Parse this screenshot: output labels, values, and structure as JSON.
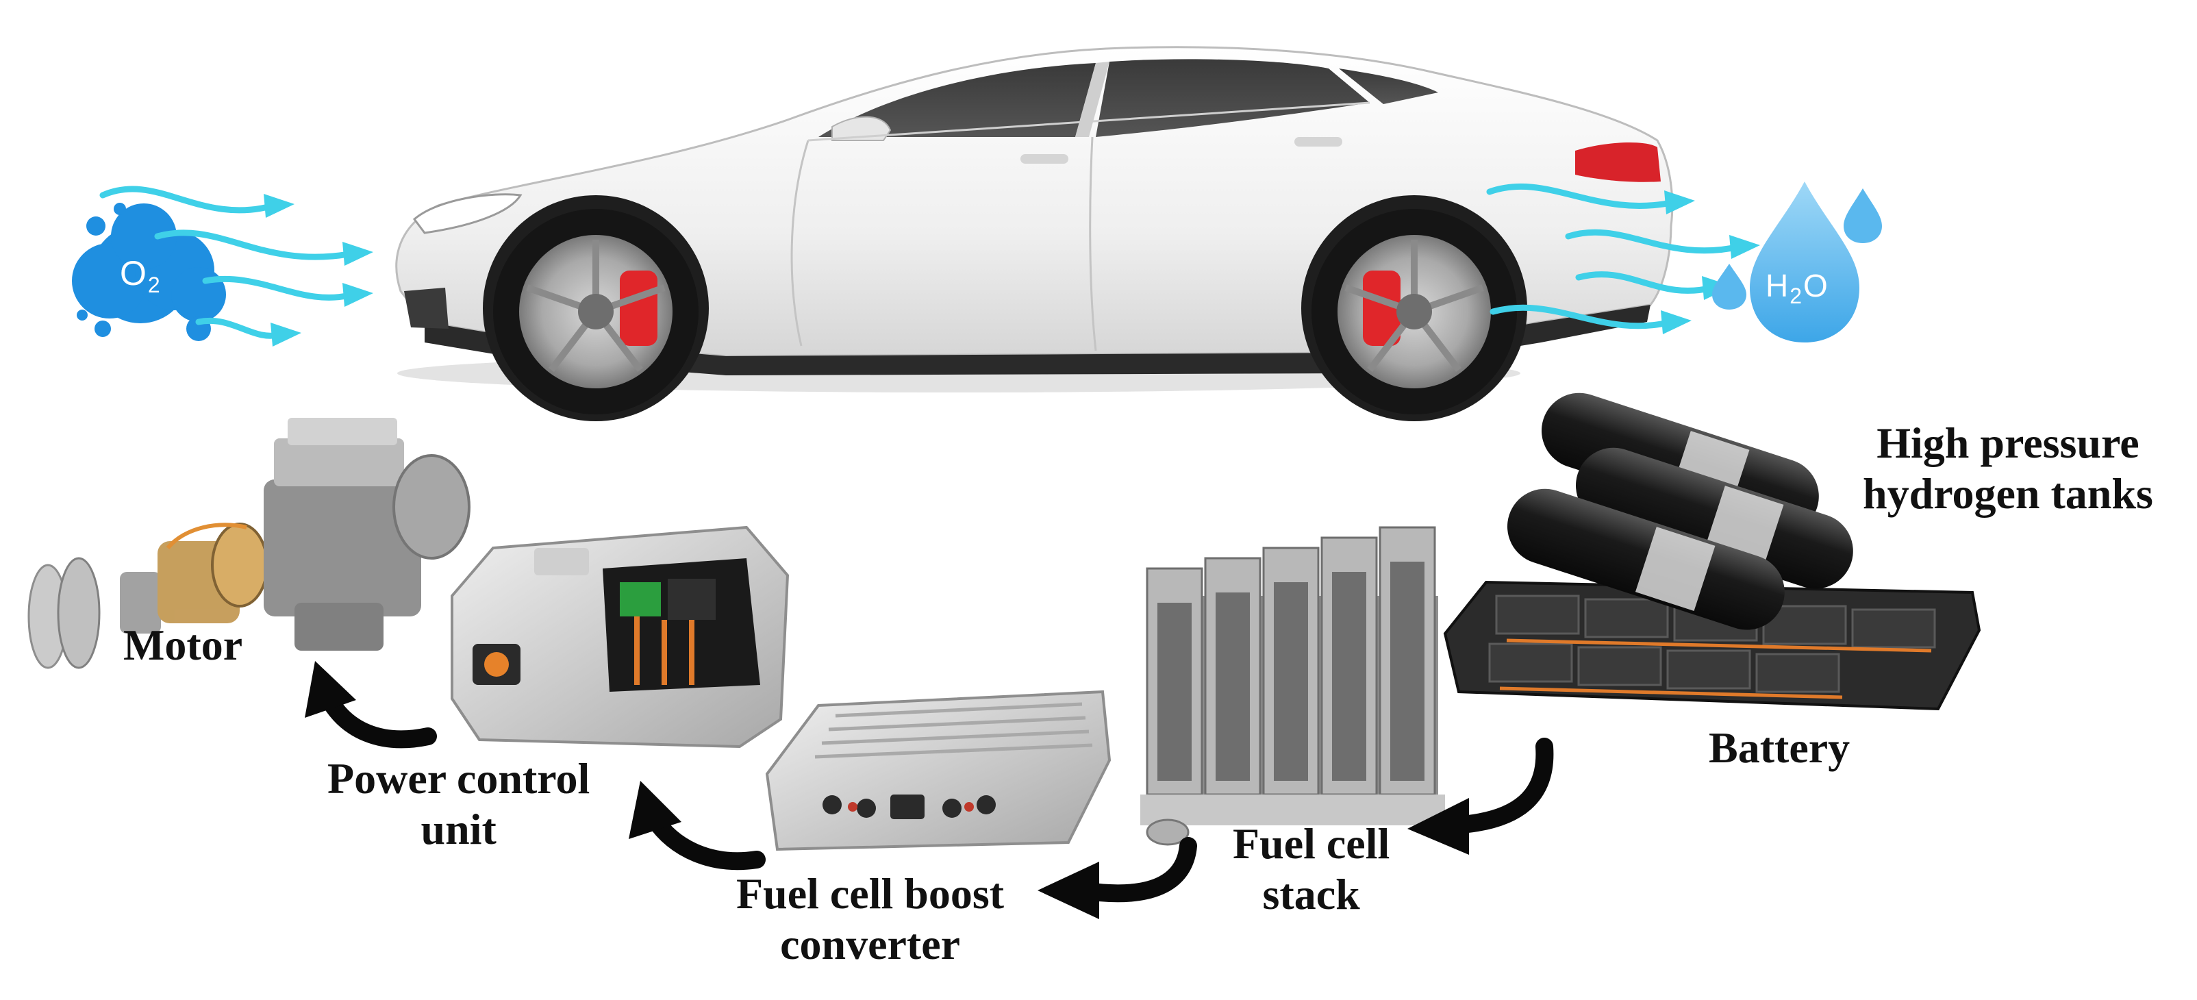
{
  "molecules": {
    "oxygen": {
      "symbol": "O",
      "subscript": "2"
    },
    "water": {
      "symbol_h": "H",
      "subscript": "2",
      "symbol_o": "O"
    }
  },
  "labels": {
    "motor": "Motor",
    "power_control_unit": [
      "Power control",
      "unit"
    ],
    "fuel_cell_boost_converter": [
      "Fuel cell boost",
      "converter"
    ],
    "fuel_cell_stack": [
      "Fuel cell",
      "stack"
    ],
    "battery": "Battery",
    "hydrogen_tanks": [
      "High pressure",
      "hydrogen tanks"
    ]
  },
  "colors": {
    "airflow": "#3fd0e8",
    "oxygen_cloud": "#1f8fe0",
    "water_drop": "#5ab8ee",
    "car_body": "#f2f2f2",
    "brake_caliper": "#e0262a",
    "tail_light": "#d8232a",
    "flow_arrow": "#0a0a0a",
    "label_text": "#111111"
  }
}
